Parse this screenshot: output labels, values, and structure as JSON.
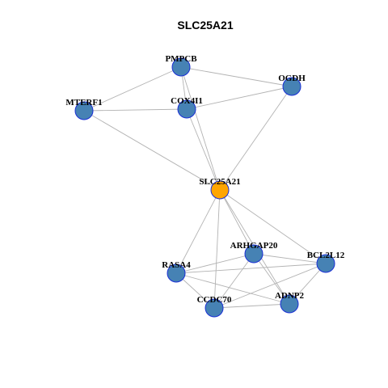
{
  "title": "SLC25A21",
  "colors": {
    "node_default": "#4682B4",
    "node_focus": "#FFA500",
    "node_border": "#1a2fd6",
    "edge": "#b3b3b3"
  },
  "nodes": [
    {
      "id": "PMPCB",
      "label": "PMPCB",
      "focus": false
    },
    {
      "id": "OGDH",
      "label": "OGDH",
      "focus": false
    },
    {
      "id": "MTERF1",
      "label": "MTERF1",
      "focus": false
    },
    {
      "id": "COX4I1",
      "label": "COX4I1",
      "focus": false
    },
    {
      "id": "SLC25A21",
      "label": "SLC25A21",
      "focus": true
    },
    {
      "id": "ARHGAP20",
      "label": "ARHGAP20",
      "focus": false
    },
    {
      "id": "BCL2L12",
      "label": "BCL2L12",
      "focus": false
    },
    {
      "id": "RASA4",
      "label": "RASA4",
      "focus": false
    },
    {
      "id": "CCDC70",
      "label": "CCDC70",
      "focus": false
    },
    {
      "id": "ADNP2",
      "label": "ADNP2",
      "focus": false
    }
  ],
  "edges": [
    [
      "PMPCB",
      "OGDH"
    ],
    [
      "PMPCB",
      "MTERF1"
    ],
    [
      "PMPCB",
      "COX4I1"
    ],
    [
      "PMPCB",
      "SLC25A21"
    ],
    [
      "MTERF1",
      "COX4I1"
    ],
    [
      "MTERF1",
      "SLC25A21"
    ],
    [
      "COX4I1",
      "OGDH"
    ],
    [
      "COX4I1",
      "SLC25A21"
    ],
    [
      "OGDH",
      "SLC25A21"
    ],
    [
      "SLC25A21",
      "ARHGAP20"
    ],
    [
      "SLC25A21",
      "BCL2L12"
    ],
    [
      "SLC25A21",
      "RASA4"
    ],
    [
      "SLC25A21",
      "CCDC70"
    ],
    [
      "SLC25A21",
      "ADNP2"
    ],
    [
      "ARHGAP20",
      "RASA4"
    ],
    [
      "ARHGAP20",
      "BCL2L12"
    ],
    [
      "ARHGAP20",
      "CCDC70"
    ],
    [
      "ARHGAP20",
      "ADNP2"
    ],
    [
      "RASA4",
      "BCL2L12"
    ],
    [
      "RASA4",
      "CCDC70"
    ],
    [
      "RASA4",
      "ADNP2"
    ],
    [
      "BCL2L12",
      "CCDC70"
    ],
    [
      "BCL2L12",
      "ADNP2"
    ],
    [
      "CCDC70",
      "ADNP2"
    ]
  ]
}
